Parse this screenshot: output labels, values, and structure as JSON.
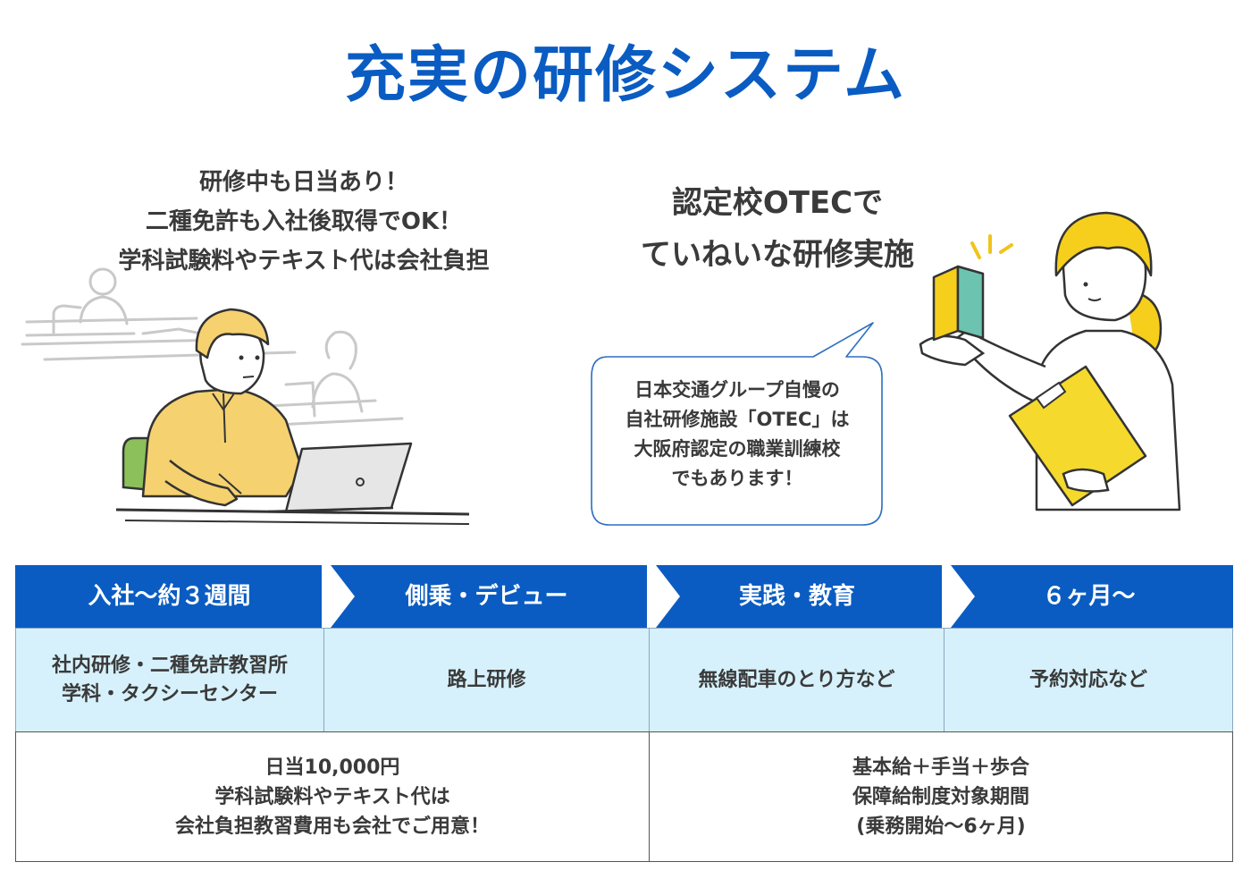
{
  "page": {
    "title": "充実の研修システム",
    "accent_color": "#0a5cc2",
    "light_cell_color": "#d6f1fb"
  },
  "left_block": {
    "lines": [
      "研修中も日当あり！",
      "二種免許も入社後取得でOK！",
      "学科試験料やテキスト代は会社負担"
    ],
    "illustration": "man-studying-laptop-illustration"
  },
  "right_block": {
    "heading_lines": [
      "認定校OTECで",
      "ていねいな研修実施"
    ],
    "bubble_lines": [
      "日本交通グループ自慢の",
      "自社研修施設「OTEC」は",
      "大阪府認定の職業訓練校",
      "でもあります！"
    ],
    "illustration": "woman-with-book-clipboard-illustration"
  },
  "flow": {
    "stages": [
      "入社〜約３週間",
      "側乗・デビュー",
      "実践・教育",
      "６ヶ月〜"
    ],
    "details": [
      [
        "社内研修・二種免許教習所",
        "学科・タクシーセンター"
      ],
      [
        "路上研修"
      ],
      [
        "無線配車のとり方など"
      ],
      [
        "予約対応など"
      ]
    ],
    "pay_left": [
      "日当10,000円",
      "学科試験料やテキスト代は",
      "会社負担教習費用も会社でご用意！"
    ],
    "pay_right": [
      "基本給＋手当＋歩合",
      "保障給制度対象期間",
      "(乗務開始〜6ヶ月)"
    ]
  }
}
